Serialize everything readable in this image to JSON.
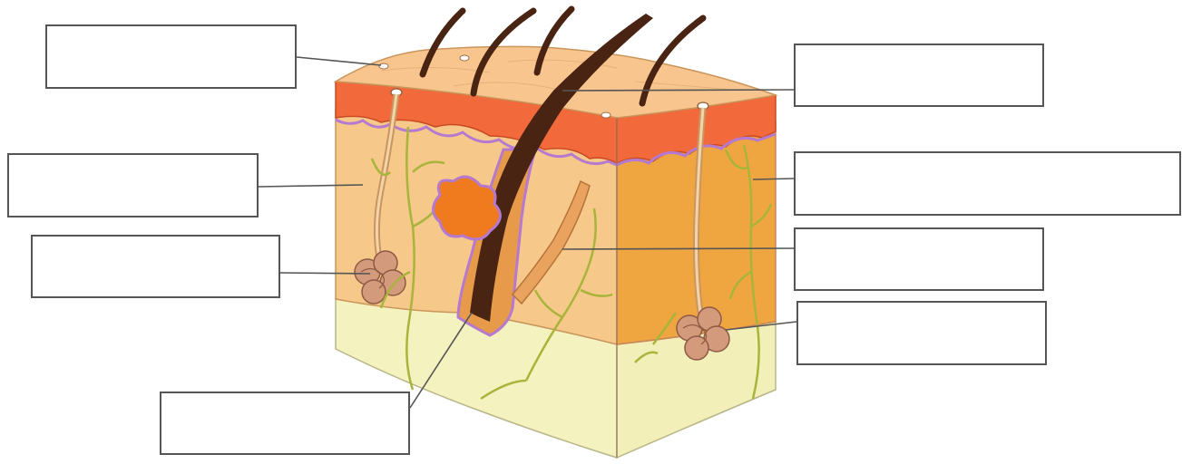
{
  "diagram": {
    "labels": [
      {
        "id": "top-left",
        "text": ""
      },
      {
        "id": "mid-left",
        "text": ""
      },
      {
        "id": "low-left",
        "text": ""
      },
      {
        "id": "bottom-left",
        "text": ""
      },
      {
        "id": "top-right",
        "text": ""
      },
      {
        "id": "mid-right",
        "text": ""
      },
      {
        "id": "low-right",
        "text": ""
      },
      {
        "id": "bottom-right",
        "text": ""
      }
    ]
  },
  "colors": {
    "epidermis": "#f26a3b",
    "dermis": "#f6c98a",
    "dermis_side": "#f0a640",
    "hypodermis": "#f4f2bf",
    "hair": "#4a2412",
    "vessels": "#a8b43a",
    "gland": "#c98463",
    "nerve": "#d7b07c",
    "outline": "#555555"
  }
}
